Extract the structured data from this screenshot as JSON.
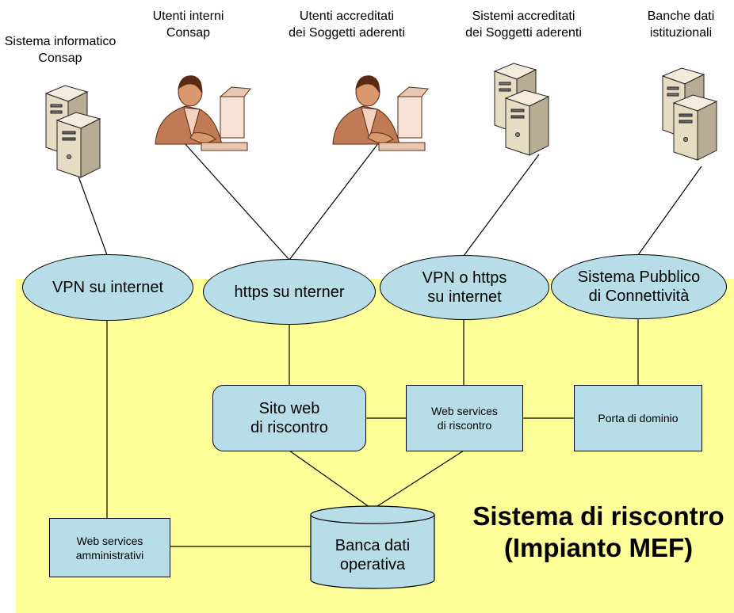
{
  "actors": {
    "consap": [
      "Sistema informatico",
      "Consap"
    ],
    "internal_users": [
      "Utenti interni",
      "Consap"
    ],
    "accredited_users": [
      "Utenti accreditati",
      "dei Soggetti aderenti"
    ],
    "accredited_systems": [
      "Sistemi accreditati",
      "dei Soggetti aderenti"
    ],
    "databases": [
      "Banche dati",
      "istituzionali"
    ]
  },
  "channels": {
    "vpn": [
      "VPN su internet"
    ],
    "https": [
      "https su nterner"
    ],
    "vpn_https": [
      "VPN o https",
      "su internet"
    ],
    "spc": [
      "Sistema Pubblico",
      "di Connettività"
    ]
  },
  "components": {
    "sito_web": [
      "Sito web",
      "di riscontro"
    ],
    "web_services": [
      "Web services",
      "di riscontro"
    ],
    "porta": [
      "Porta di dominio"
    ],
    "ws_admin": [
      "Web services",
      "amministrativi"
    ],
    "banca_dati": [
      "Banca dati",
      "operativa"
    ]
  },
  "system_title": [
    "Sistema di riscontro",
    "(Impianto MEF)"
  ],
  "colors": {
    "zone": "#ffff99",
    "node": "#b7dde8"
  },
  "icons": [
    "server-icon",
    "user-at-computer-icon"
  ]
}
